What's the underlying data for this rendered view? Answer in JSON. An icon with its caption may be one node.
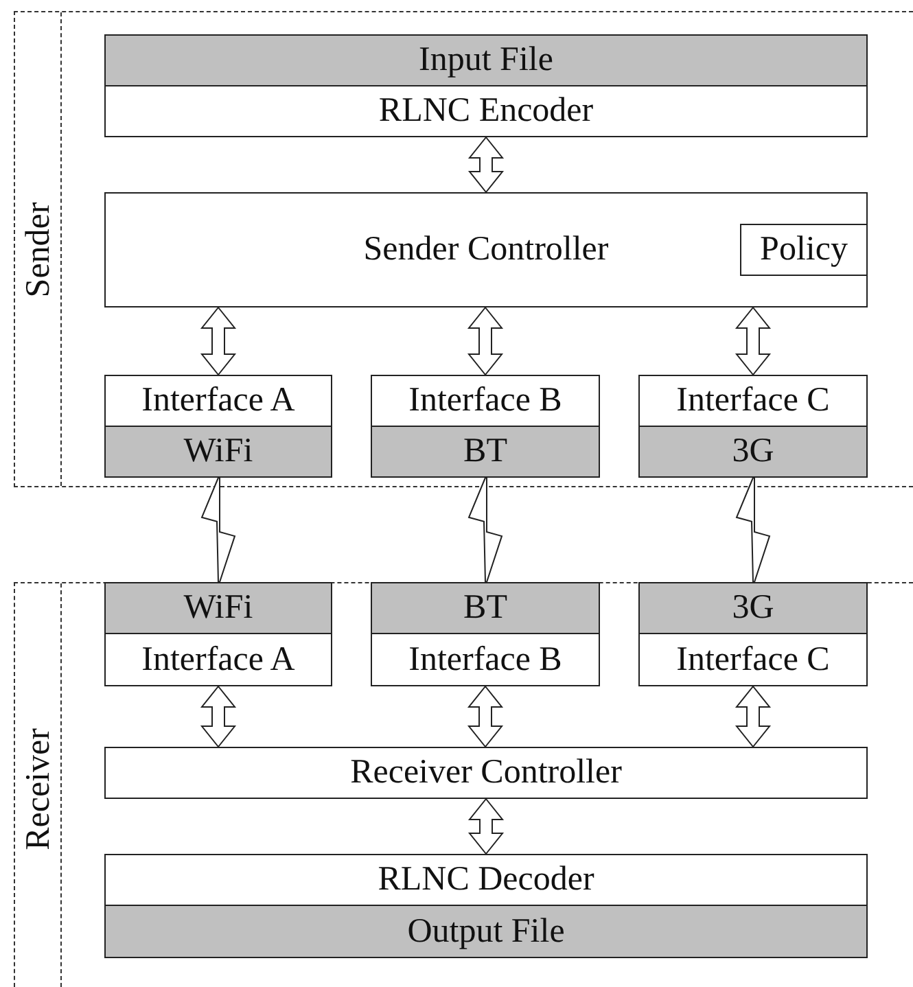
{
  "diagram": {
    "nodes": [
      {
        "text": [
          "Sender"
        ]
      },
      {
        "text": [
          "Input File"
        ],
        "in": 0
      },
      {
        "text": [
          "RLNC Encoder"
        ],
        "in": 0
      },
      {
        "text": [
          "Sender Controller"
        ],
        "in": 0
      },
      {
        "text": [
          "Policy"
        ],
        "in": 3
      },
      {
        "text": [
          "Interface A"
        ],
        "in": 0
      },
      {
        "text": [
          "WiFi"
        ],
        "in": 0
      },
      {
        "text": [
          "Interface B"
        ],
        "in": 0
      },
      {
        "text": [
          "BT"
        ],
        "in": 0
      },
      {
        "text": [
          "Interface C"
        ],
        "in": 0
      },
      {
        "text": [
          "3G"
        ],
        "in": 0
      },
      {
        "text": [
          "Receiver"
        ]
      },
      {
        "text": [
          "WiFi"
        ],
        "in": 11
      },
      {
        "text": [
          "Interface A"
        ],
        "in": 11
      },
      {
        "text": [
          "BT"
        ],
        "in": 11
      },
      {
        "text": [
          "Interface B"
        ],
        "in": 11
      },
      {
        "text": [
          "3G"
        ],
        "in": 11
      },
      {
        "text": [
          "Interface C"
        ],
        "in": 11
      },
      {
        "text": [
          "Receiver Controller"
        ],
        "in": 11
      },
      {
        "text": [
          "RLNC Decoder"
        ],
        "in": 11
      },
      {
        "text": [
          "Output File"
        ],
        "in": 11
      }
    ],
    "edges": [
      {
        "from": 2,
        "to": 3,
        "arrow": "both"
      },
      {
        "from": 3,
        "to": 5,
        "arrow": "both"
      },
      {
        "from": 3,
        "to": 7,
        "arrow": "both"
      },
      {
        "from": 3,
        "to": 9,
        "arrow": "both"
      },
      {
        "from": 6,
        "to": 12,
        "arrow": "none"
      },
      {
        "from": 8,
        "to": 14,
        "arrow": "none"
      },
      {
        "from": 10,
        "to": 16,
        "arrow": "none"
      },
      {
        "from": 13,
        "to": 18,
        "arrow": "both"
      },
      {
        "from": 15,
        "to": 18,
        "arrow": "both"
      },
      {
        "from": 17,
        "to": 18,
        "arrow": "both"
      },
      {
        "from": 18,
        "to": 19,
        "arrow": "both"
      }
    ]
  }
}
